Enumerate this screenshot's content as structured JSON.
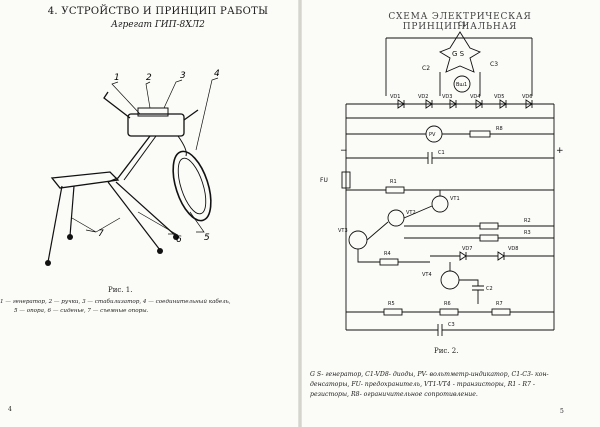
{
  "left_page": {
    "section_title": "4. УСТРОЙСТВО И ПРИНЦИП РАБОТЫ",
    "unit_title": "Агрегат ГИП-8ХЛ2",
    "callouts": [
      "1",
      "2",
      "3",
      "4",
      "5",
      "6",
      "7"
    ],
    "figure_caption": "Рис. 1.",
    "legend_line1": "1 — генератор, 2 — ручки, 3 — стабилизатор, 4 — соединительный кабель,",
    "legend_line2": "5 — опора, 6 — сиденье, 7 — съемные опоры.",
    "page_number": "4"
  },
  "right_page": {
    "scheme_title": "СХЕМА ЭЛЕКТРИЧЕСКАЯ ПРИНЦИПИАЛЬНАЯ",
    "labels": {
      "c1_top": "C1",
      "gs": "G S",
      "c2": "C2",
      "c3": "C3",
      "bsh": "Вш1",
      "vd1": "VD1",
      "vd2": "VD2",
      "vd3": "VD3",
      "vd4": "VD4",
      "vd5": "VD5",
      "vd6": "VD6",
      "pv": "PV",
      "r8": "R8",
      "c1": "C1",
      "fu": "FU",
      "r1": "R1",
      "vt1": "VT1",
      "vt2": "VT2",
      "vt3": "VT3",
      "r2": "R2",
      "r3": "R3",
      "r4": "R4",
      "vd7": "VD7",
      "vd8": "VD8",
      "vt4": "VT4",
      "c2b": "C2",
      "r5": "R5",
      "r6": "R6",
      "r7": "R7",
      "c3b": "C3",
      "minus": "−",
      "plus": "+"
    },
    "figure_caption": "Рис. 2.",
    "legend_line1": "G S- генератор, C1-VD8- диоды, PV- вольтметр-индикатор, C1-C3- кон-",
    "legend_line2": "денсаторы, FU- предохранитель, VT1-VT4 - транзисторы, R1 - R7 -",
    "legend_line3": "резисторы, R8- ограничительное сопротивление.",
    "page_number": "5"
  }
}
